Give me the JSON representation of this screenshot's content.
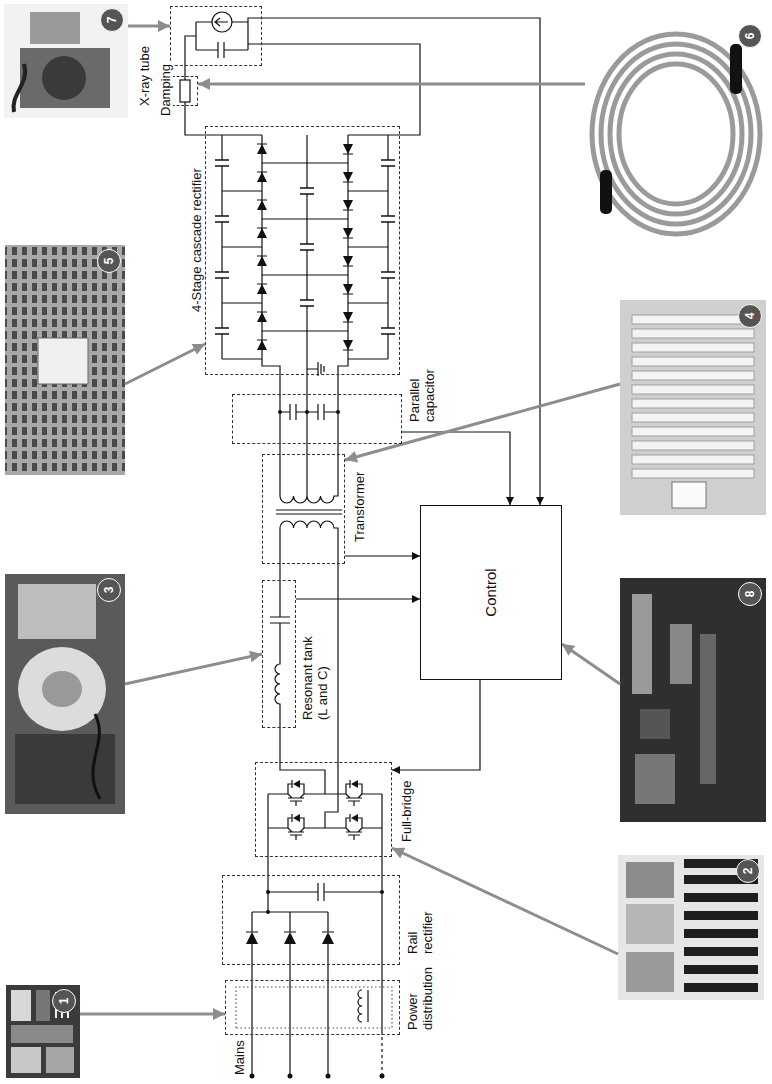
{
  "diagram": {
    "nodes": [
      {
        "text": [
          "Power distribution"
        ]
      },
      {
        "text": [
          "Rail rectifier"
        ]
      },
      {
        "text": [
          "Full-bridge"
        ]
      },
      {
        "text": [
          "Resonant tank (L and C)"
        ]
      },
      {
        "text": [
          "Transformer"
        ]
      },
      {
        "text": [
          "Parallel capacitor"
        ]
      },
      {
        "text": [
          "4-Stage cascade rectifier"
        ]
      },
      {
        "text": [
          "Damping"
        ]
      },
      {
        "text": [
          "X-ray tube"
        ]
      },
      {
        "text": [
          "Control"
        ]
      },
      {
        "text": [
          "1"
        ]
      },
      {
        "text": [
          "2"
        ]
      },
      {
        "text": [
          "3"
        ]
      },
      {
        "text": [
          "4"
        ]
      },
      {
        "text": [
          "5"
        ]
      },
      {
        "text": [
          "6"
        ]
      },
      {
        "text": [
          "7"
        ]
      },
      {
        "text": [
          "8"
        ]
      }
    ],
    "edges": [
      {
        "from": 0,
        "to": 1,
        "arrow": "none"
      },
      {
        "from": 1,
        "to": 2,
        "arrow": "none"
      },
      {
        "from": 2,
        "to": 3,
        "arrow": "none"
      },
      {
        "from": 3,
        "to": 4,
        "arrow": "none"
      },
      {
        "from": 2,
        "to": 4,
        "arrow": "none"
      },
      {
        "from": 4,
        "to": 5,
        "arrow": "none"
      },
      {
        "from": 5,
        "to": 6,
        "arrow": "none"
      },
      {
        "from": 6,
        "to": 7,
        "arrow": "none"
      },
      {
        "from": 7,
        "to": 8,
        "arrow": "none"
      },
      {
        "from": 6,
        "to": 8,
        "arrow": "none"
      },
      {
        "from": 3,
        "to": 9,
        "arrow": "to"
      },
      {
        "from": 4,
        "to": 9,
        "arrow": "to"
      },
      {
        "from": 5,
        "to": 9,
        "arrow": "to"
      },
      {
        "from": 8,
        "to": 9,
        "arrow": "to"
      },
      {
        "from": 9,
        "to": 2,
        "arrow": "to"
      },
      {
        "from": 10,
        "to": 0,
        "arrow": "to"
      },
      {
        "from": 11,
        "to": 2,
        "arrow": "to"
      },
      {
        "from": 12,
        "to": 3,
        "arrow": "to"
      },
      {
        "from": 13,
        "to": 4,
        "arrow": "to"
      },
      {
        "from": 14,
        "to": 6,
        "arrow": "to"
      },
      {
        "from": 15,
        "to": 7,
        "arrow": "to"
      },
      {
        "from": 16,
        "to": 8,
        "arrow": "to"
      },
      {
        "from": 17,
        "to": 9,
        "arrow": "to"
      }
    ],
    "labels": [
      "Mains"
    ]
  }
}
